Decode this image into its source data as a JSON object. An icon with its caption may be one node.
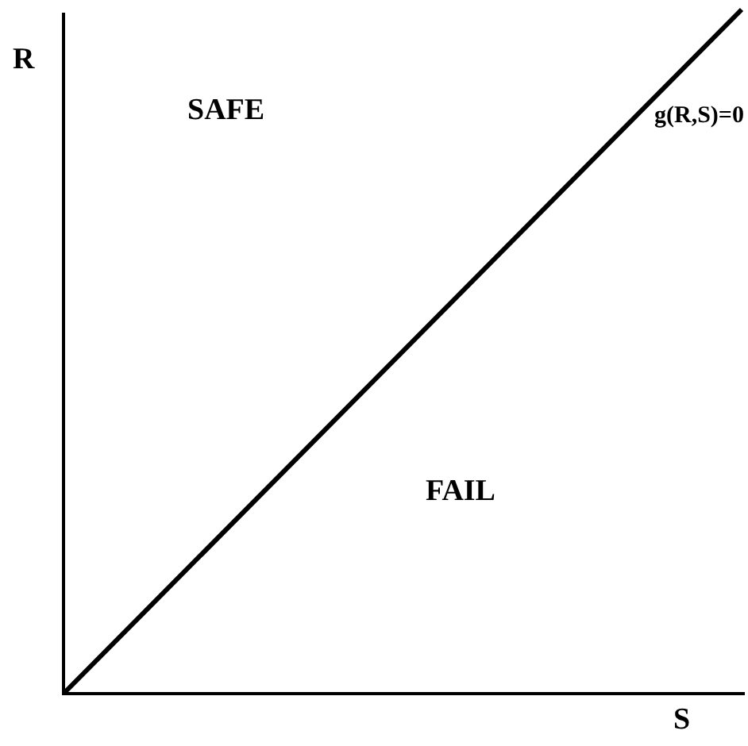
{
  "diagram": {
    "labels": [
      "R",
      "SAFE",
      "g(R,S)=0",
      "FAIL",
      "S"
    ]
  }
}
